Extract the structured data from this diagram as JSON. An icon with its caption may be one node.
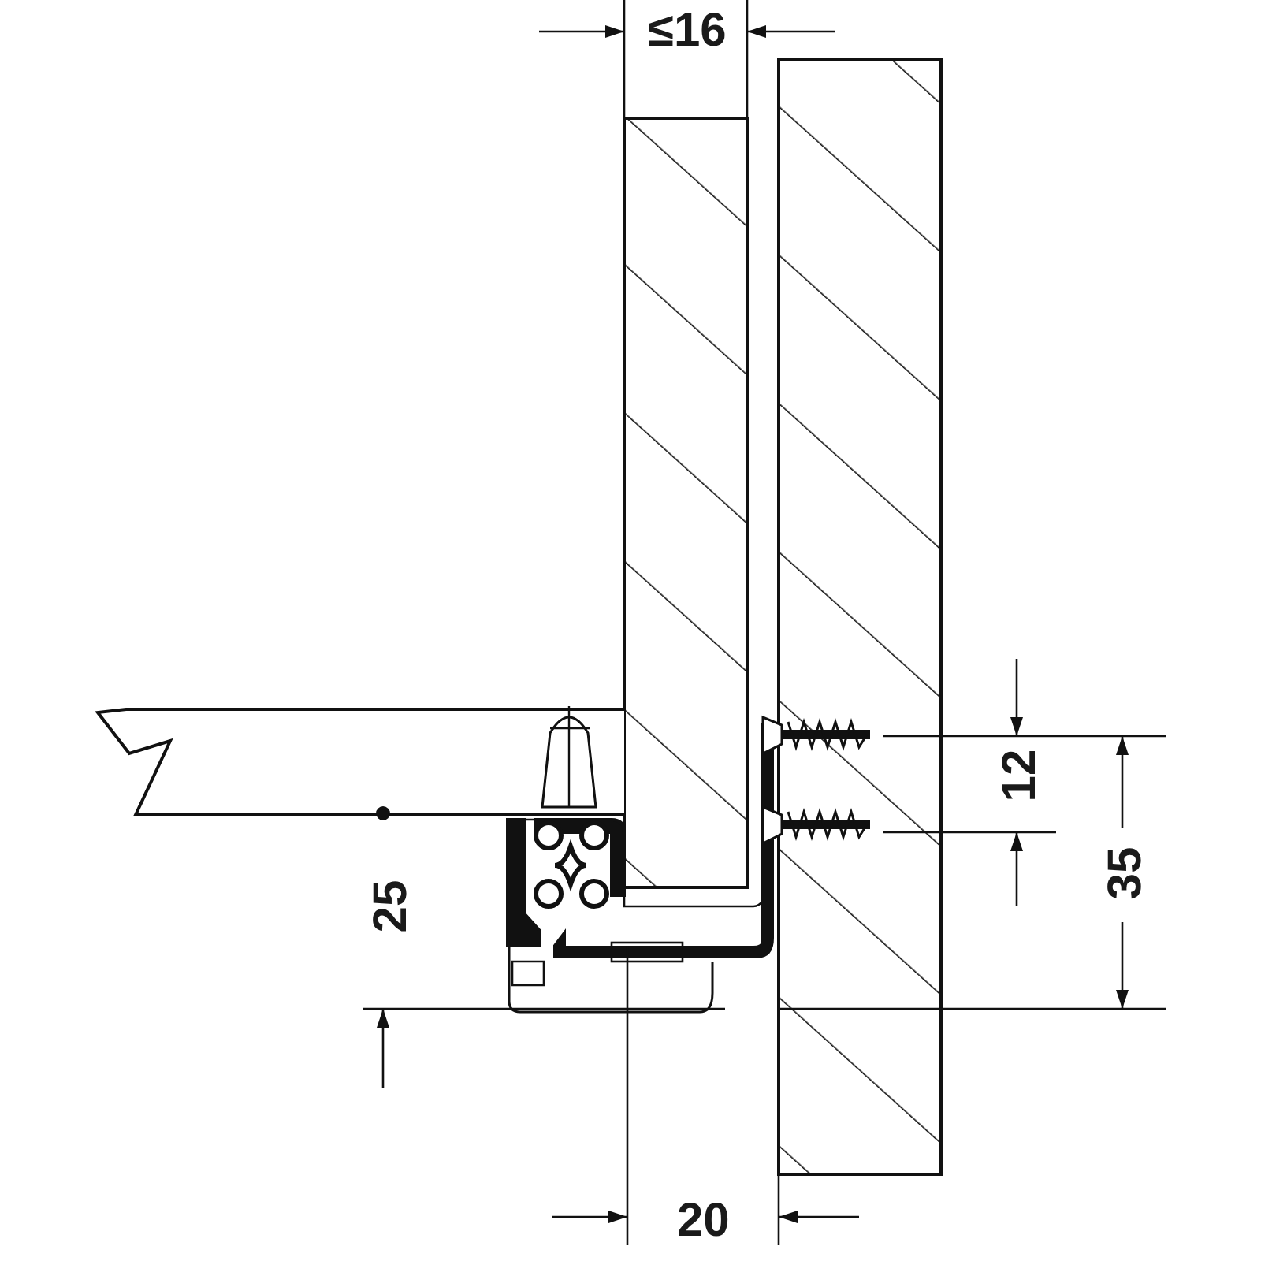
{
  "diagram": {
    "labels": [
      "≤16",
      "12",
      "35",
      "25",
      "20"
    ]
  }
}
